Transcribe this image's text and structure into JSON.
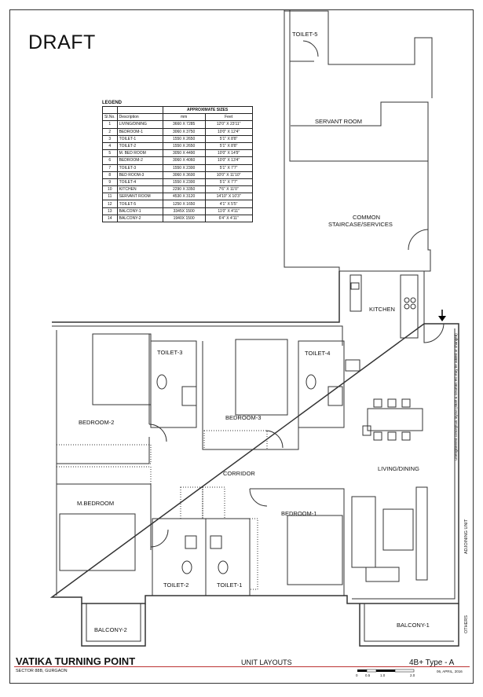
{
  "draft_label": "DRAFT",
  "legend": {
    "title": "LEGEND",
    "group_header": "APPROXIMATE SIZES",
    "columns": [
      "Sl.No.",
      "Description",
      "mm",
      "Feet"
    ],
    "rows": [
      [
        "1",
        "LIVING/DINING",
        "3660 X 7285",
        "12'0\" X 23'11\""
      ],
      [
        "2",
        "BEDROOM-1",
        "3060 X 3750",
        "10'0\" X 12'4\""
      ],
      [
        "3",
        "TOILET-1",
        "1550 X 2650",
        "5'1\" X 8'8\""
      ],
      [
        "4",
        "TOILET-2",
        "1550 X 2650",
        "5'1\" X 8'8\""
      ],
      [
        "5",
        "M. BED ROOM",
        "3050 X 4490",
        "10'0\" X 14'9\""
      ],
      [
        "6",
        "BEDROOM-2",
        "3060 X 4060",
        "10'0\" X 13'4\""
      ],
      [
        "7",
        "TOILET-3",
        "1550 X 2300",
        "5'1\" X 7'7\""
      ],
      [
        "8",
        "BED ROOM-3",
        "3060 X 3600",
        "10'0\" X 11'10\""
      ],
      [
        "9",
        "TOILET-4",
        "1550 X 2300",
        "5'1\" X 7'7\""
      ],
      [
        "10",
        "KITCHEN",
        "2290 X 3350",
        "7'6\" X 11'0\""
      ],
      [
        "11",
        "SERVANT ROOM",
        "4530 X 3120",
        "14'10\" X 10'3\""
      ],
      [
        "12",
        "TOILET-5",
        "1250 X 1650",
        "4'1\" X 5'5\""
      ],
      [
        "13",
        "BALCONY-1",
        "3345X 1500",
        "11'0\" X 4'11\""
      ],
      [
        "14",
        "BALCONY-2",
        "1940X 1500",
        "6'4\" X 4'11\""
      ]
    ]
  },
  "rooms": {
    "toilet5": "TOILET-5",
    "servant": "SERVANT ROOM",
    "common1": "COMMON",
    "common2": "STAIRCASE/SERVICES",
    "kitchen": "KITCHEN",
    "toilet3": "TOILET-3",
    "toilet4": "TOILET-4",
    "bedroom2": "BEDROOM-2",
    "bedroom3": "BEDROOM-3",
    "corridor": "CORRIDOR",
    "living": "LIVING/DINING",
    "mbedroom": "M.BEDROOM",
    "bedroom1": "BEDROOM-1",
    "toilet2": "TOILET-2",
    "toilet1": "TOILET-1",
    "balcony2": "BALCONY-2",
    "balcony1": "BALCONY-1"
  },
  "notes": {
    "unit_note": "Unengineered conceptual layout (shaft & columns etc may be added or changed)",
    "adjoining": "ADJOINING UNIT",
    "others": "OTHERS"
  },
  "footer": {
    "project": "VATIKA TURNING POINT",
    "address": "SECTOR 88B, GURGAON",
    "sheet": "UNIT LAYOUTS",
    "unit_type": "4B+ Type - A",
    "date": "06, APRIL, 2016",
    "scale_labels": [
      "0",
      "0.5",
      "1.0",
      "2.0"
    ]
  }
}
